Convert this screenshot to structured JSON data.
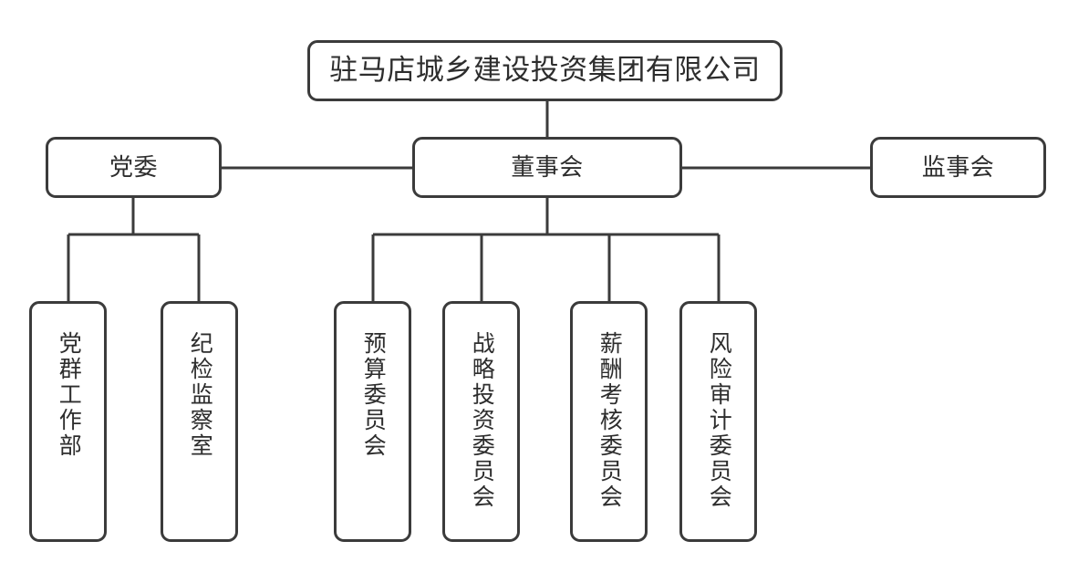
{
  "diagram": {
    "type": "organization-chart",
    "title_node": {
      "id": "company",
      "label": "驻马店城乡建设投资集团有限公司"
    },
    "level2": [
      {
        "id": "party-committee",
        "label": "党委"
      },
      {
        "id": "board-of-directors",
        "label": "董事会"
      },
      {
        "id": "board-of-supervisors",
        "label": "监事会"
      }
    ],
    "level3_left": [
      {
        "id": "party-mass-work-dept",
        "label": "党群工作部"
      },
      {
        "id": "discipline-office",
        "label": "纪检监察室"
      }
    ],
    "level3_right": [
      {
        "id": "budget-committee",
        "label": "预算委员会"
      },
      {
        "id": "strategic-investment-committee",
        "label": "战略投资委员会"
      },
      {
        "id": "compensation-committee",
        "label": "薪酬考核委员会"
      },
      {
        "id": "risk-audit-committee",
        "label": "风险审计委员会"
      }
    ],
    "style": {
      "stroke_color": "#3b3b3b",
      "text_color": "#2d2d2d",
      "background": "#ffffff",
      "stroke_width": "3"
    }
  }
}
